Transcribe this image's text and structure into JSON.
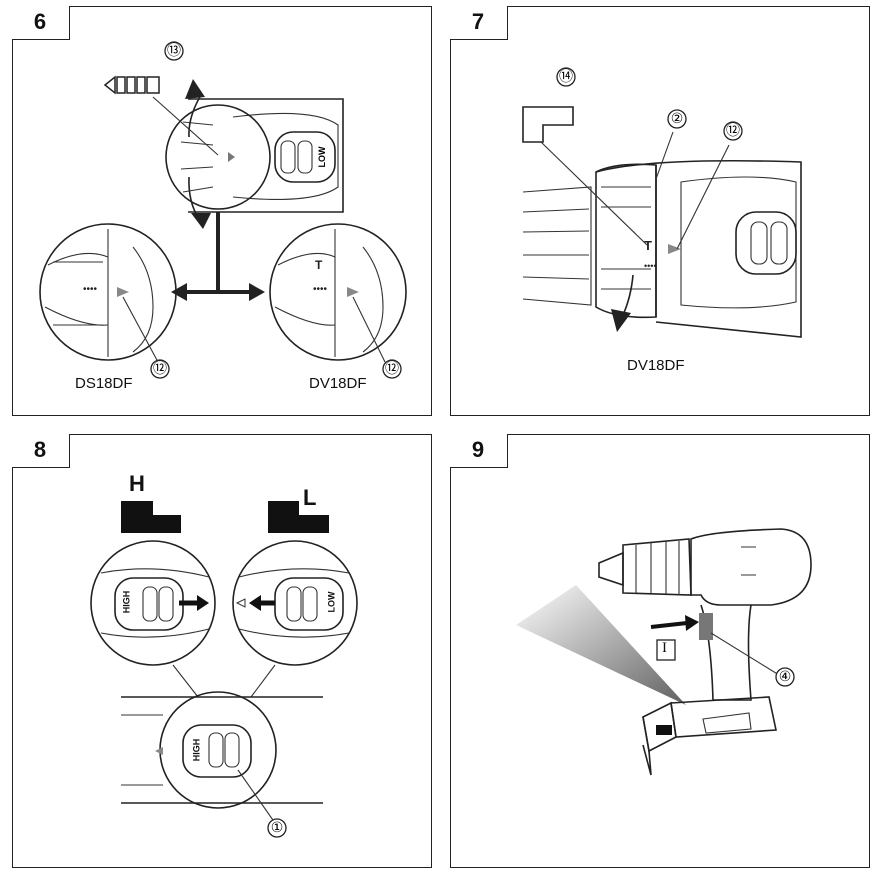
{
  "figures": [
    {
      "number": "6",
      "callouts": [
        "⑬",
        "⑫",
        "⑫"
      ],
      "captions": [
        "DS18DF",
        "DV18DF"
      ],
      "labels": [
        "LOW"
      ]
    },
    {
      "number": "7",
      "callouts": [
        "⑭",
        "②",
        "⑫"
      ],
      "captions": [
        "DV18DF"
      ]
    },
    {
      "number": "8",
      "callouts": [
        "①"
      ],
      "labels": [
        "H",
        "L",
        "HIGH",
        "LOW",
        "HIGH"
      ]
    },
    {
      "number": "9",
      "callouts": [
        "④"
      ],
      "labels": [
        "I"
      ]
    }
  ]
}
